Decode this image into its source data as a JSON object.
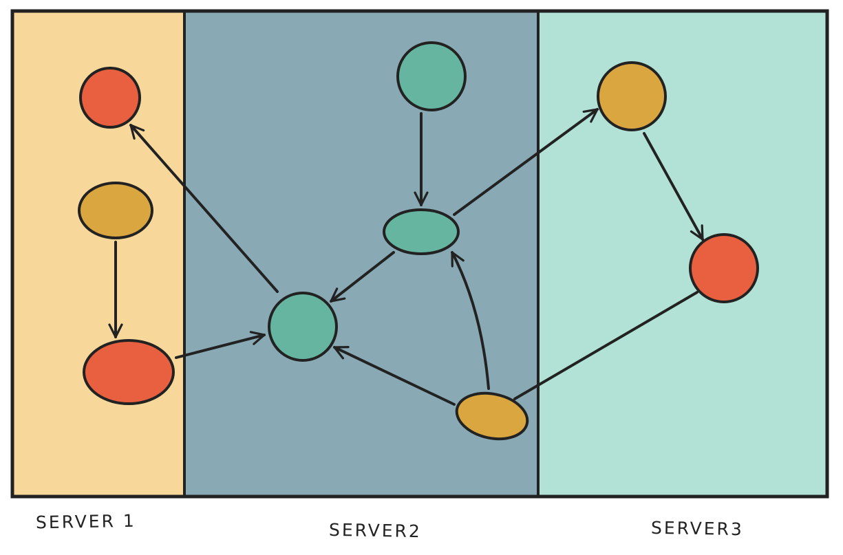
{
  "servers": [
    {
      "id": "server1",
      "label": "SERVER 1",
      "color": "#f7d89a"
    },
    {
      "id": "server2",
      "label": "SERVER2",
      "color": "#89aab5"
    },
    {
      "id": "server3",
      "label": "SERVER3",
      "color": "#b2e2d6"
    }
  ],
  "node_colors": {
    "red": "#e8603f",
    "gold": "#daa640",
    "teal": "#66b5a0"
  },
  "nodes": [
    {
      "id": "s1-red-top",
      "server": "server1",
      "color": "red",
      "shape": "circle"
    },
    {
      "id": "s1-gold-mid",
      "server": "server1",
      "color": "gold",
      "shape": "ellipse"
    },
    {
      "id": "s1-red-bottom",
      "server": "server1",
      "color": "red",
      "shape": "ellipse"
    },
    {
      "id": "s2-teal-top",
      "server": "server2",
      "color": "teal",
      "shape": "circle"
    },
    {
      "id": "s2-teal-mid",
      "server": "server2",
      "color": "teal",
      "shape": "ellipse"
    },
    {
      "id": "s2-teal-center",
      "server": "server2",
      "color": "teal",
      "shape": "circle"
    },
    {
      "id": "s2-gold-bottom",
      "server": "server2",
      "color": "gold",
      "shape": "ellipse"
    },
    {
      "id": "s3-gold-top",
      "server": "server3",
      "color": "gold",
      "shape": "circle"
    },
    {
      "id": "s3-red-mid",
      "server": "server3",
      "color": "red",
      "shape": "circle"
    }
  ],
  "edges": [
    {
      "from": "s1-gold-mid",
      "to": "s1-red-bottom",
      "arrow": true
    },
    {
      "from": "s1-red-bottom",
      "to": "s2-teal-center",
      "arrow": true
    },
    {
      "from": "s2-teal-center",
      "to": "s1-red-top",
      "arrow": true
    },
    {
      "from": "s2-teal-top",
      "to": "s2-teal-mid",
      "arrow": true
    },
    {
      "from": "s2-teal-mid",
      "to": "s2-teal-center",
      "arrow": true
    },
    {
      "from": "s2-teal-mid",
      "to": "s3-gold-top",
      "arrow": true
    },
    {
      "from": "s2-gold-bottom",
      "to": "s2-teal-center",
      "arrow": true
    },
    {
      "from": "s2-gold-bottom",
      "to": "s2-teal-mid",
      "arrow": true
    },
    {
      "from": "s3-gold-top",
      "to": "s3-red-mid",
      "arrow": true
    },
    {
      "from": "s3-red-mid",
      "to": "s2-gold-bottom",
      "arrow": false
    }
  ]
}
